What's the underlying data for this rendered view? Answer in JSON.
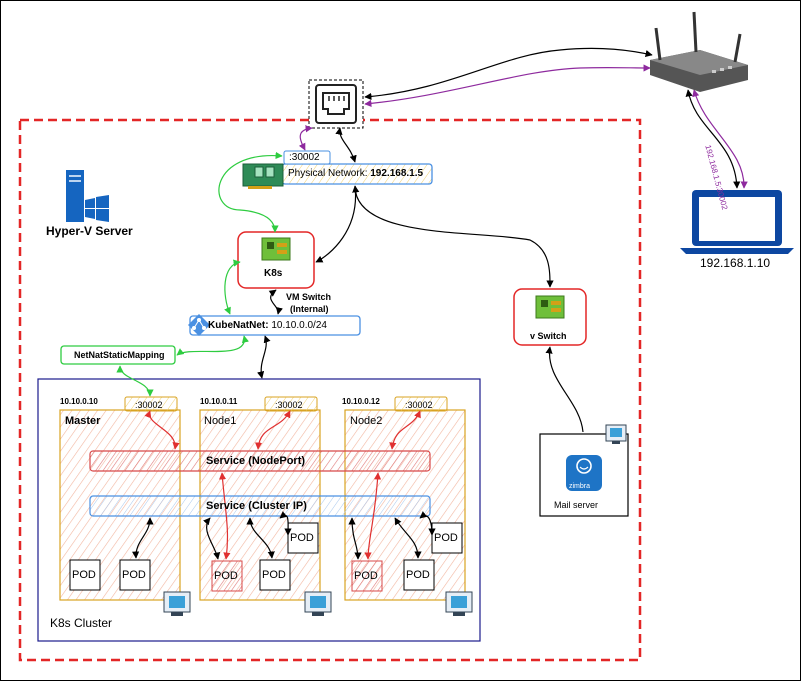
{
  "hyperv": {
    "label": "Hyper-V Server",
    "icon": "windows-server-icon"
  },
  "router": {
    "icon": "wifi-router-icon"
  },
  "ethernet_port": {
    "icon": "ethernet-port-icon"
  },
  "laptop": {
    "label": "192.168.1.10",
    "icon": "laptop-icon"
  },
  "laptop_link": {
    "label": "192.168.1.5:30002"
  },
  "physical_nic": {
    "port": ":30002",
    "label_prefix": "Physical Network: ",
    "label_ip": "192.168.1.5",
    "icon": "network-card-icon"
  },
  "k8s_switch": {
    "label": "K8s",
    "icon": "switch-board-icon"
  },
  "vm_switch": {
    "line1": "VM Switch",
    "line2": "(Internal)"
  },
  "kubenatnet": {
    "name": "KubeNatNet:",
    "subnet": " 10.10.0.0/24",
    "icon": "network-icon"
  },
  "netnat": {
    "label": "NetNatStaticMapping"
  },
  "vswitch": {
    "label": "v Switch",
    "icon": "switch-board-icon"
  },
  "mail_server": {
    "label": "Mail server",
    "app": "zimbra",
    "icon": "zimbra-icon",
    "vm_icon": "vm-monitor-icon"
  },
  "cluster": {
    "label": "K8s Cluster",
    "nodes": [
      {
        "ip": "10.10.0.10",
        "name": "Master",
        "port": ":30002"
      },
      {
        "ip": "10.10.0.11",
        "name": "Node1",
        "port": ":30002"
      },
      {
        "ip": "10.10.0.12",
        "name": "Node2",
        "port": ":30002"
      }
    ],
    "service_nodeport": "Service (NodePort)",
    "service_clusterip": "Service (Cluster IP)",
    "pod_label": "POD"
  },
  "colors": {
    "hyperv_border": "#e32626",
    "cluster_border": "#1a1a8c",
    "node_border": "#d9a322",
    "service_nodeport": "#d84848",
    "service_clusterip": "#4a90e2",
    "green_link": "#2ecc40",
    "purple_link": "#8e2a9e",
    "red_link": "#e03030"
  }
}
